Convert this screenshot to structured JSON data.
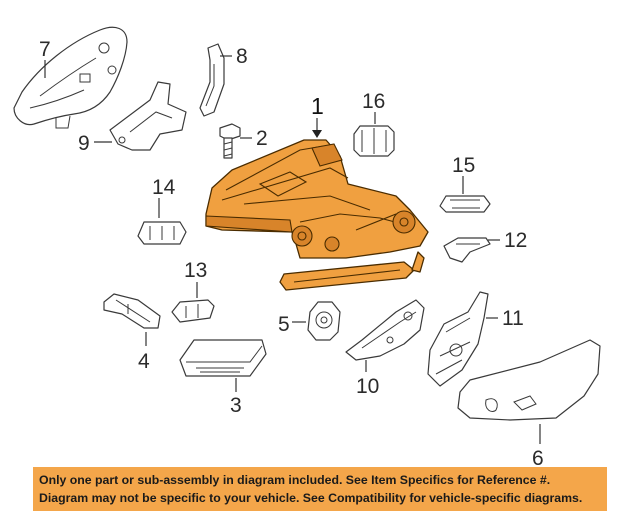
{
  "callouts": {
    "c1": "1",
    "c2": "2",
    "c3": "3",
    "c4": "4",
    "c5": "5",
    "c6": "6",
    "c7": "7",
    "c8": "8",
    "c9": "9",
    "c10": "10",
    "c11": "11",
    "c12": "12",
    "c13": "13",
    "c14": "14",
    "c15": "15",
    "c16": "16"
  },
  "footer": {
    "line1": "Only one part or sub-assembly in diagram included. See Item Specifics for Reference #.",
    "line2": "Diagram may not be specific to your vehicle. See Compatibility for vehicle-specific diagrams."
  },
  "colors": {
    "highlight": "#f0a040",
    "footer_bg": "#f4a64a"
  }
}
